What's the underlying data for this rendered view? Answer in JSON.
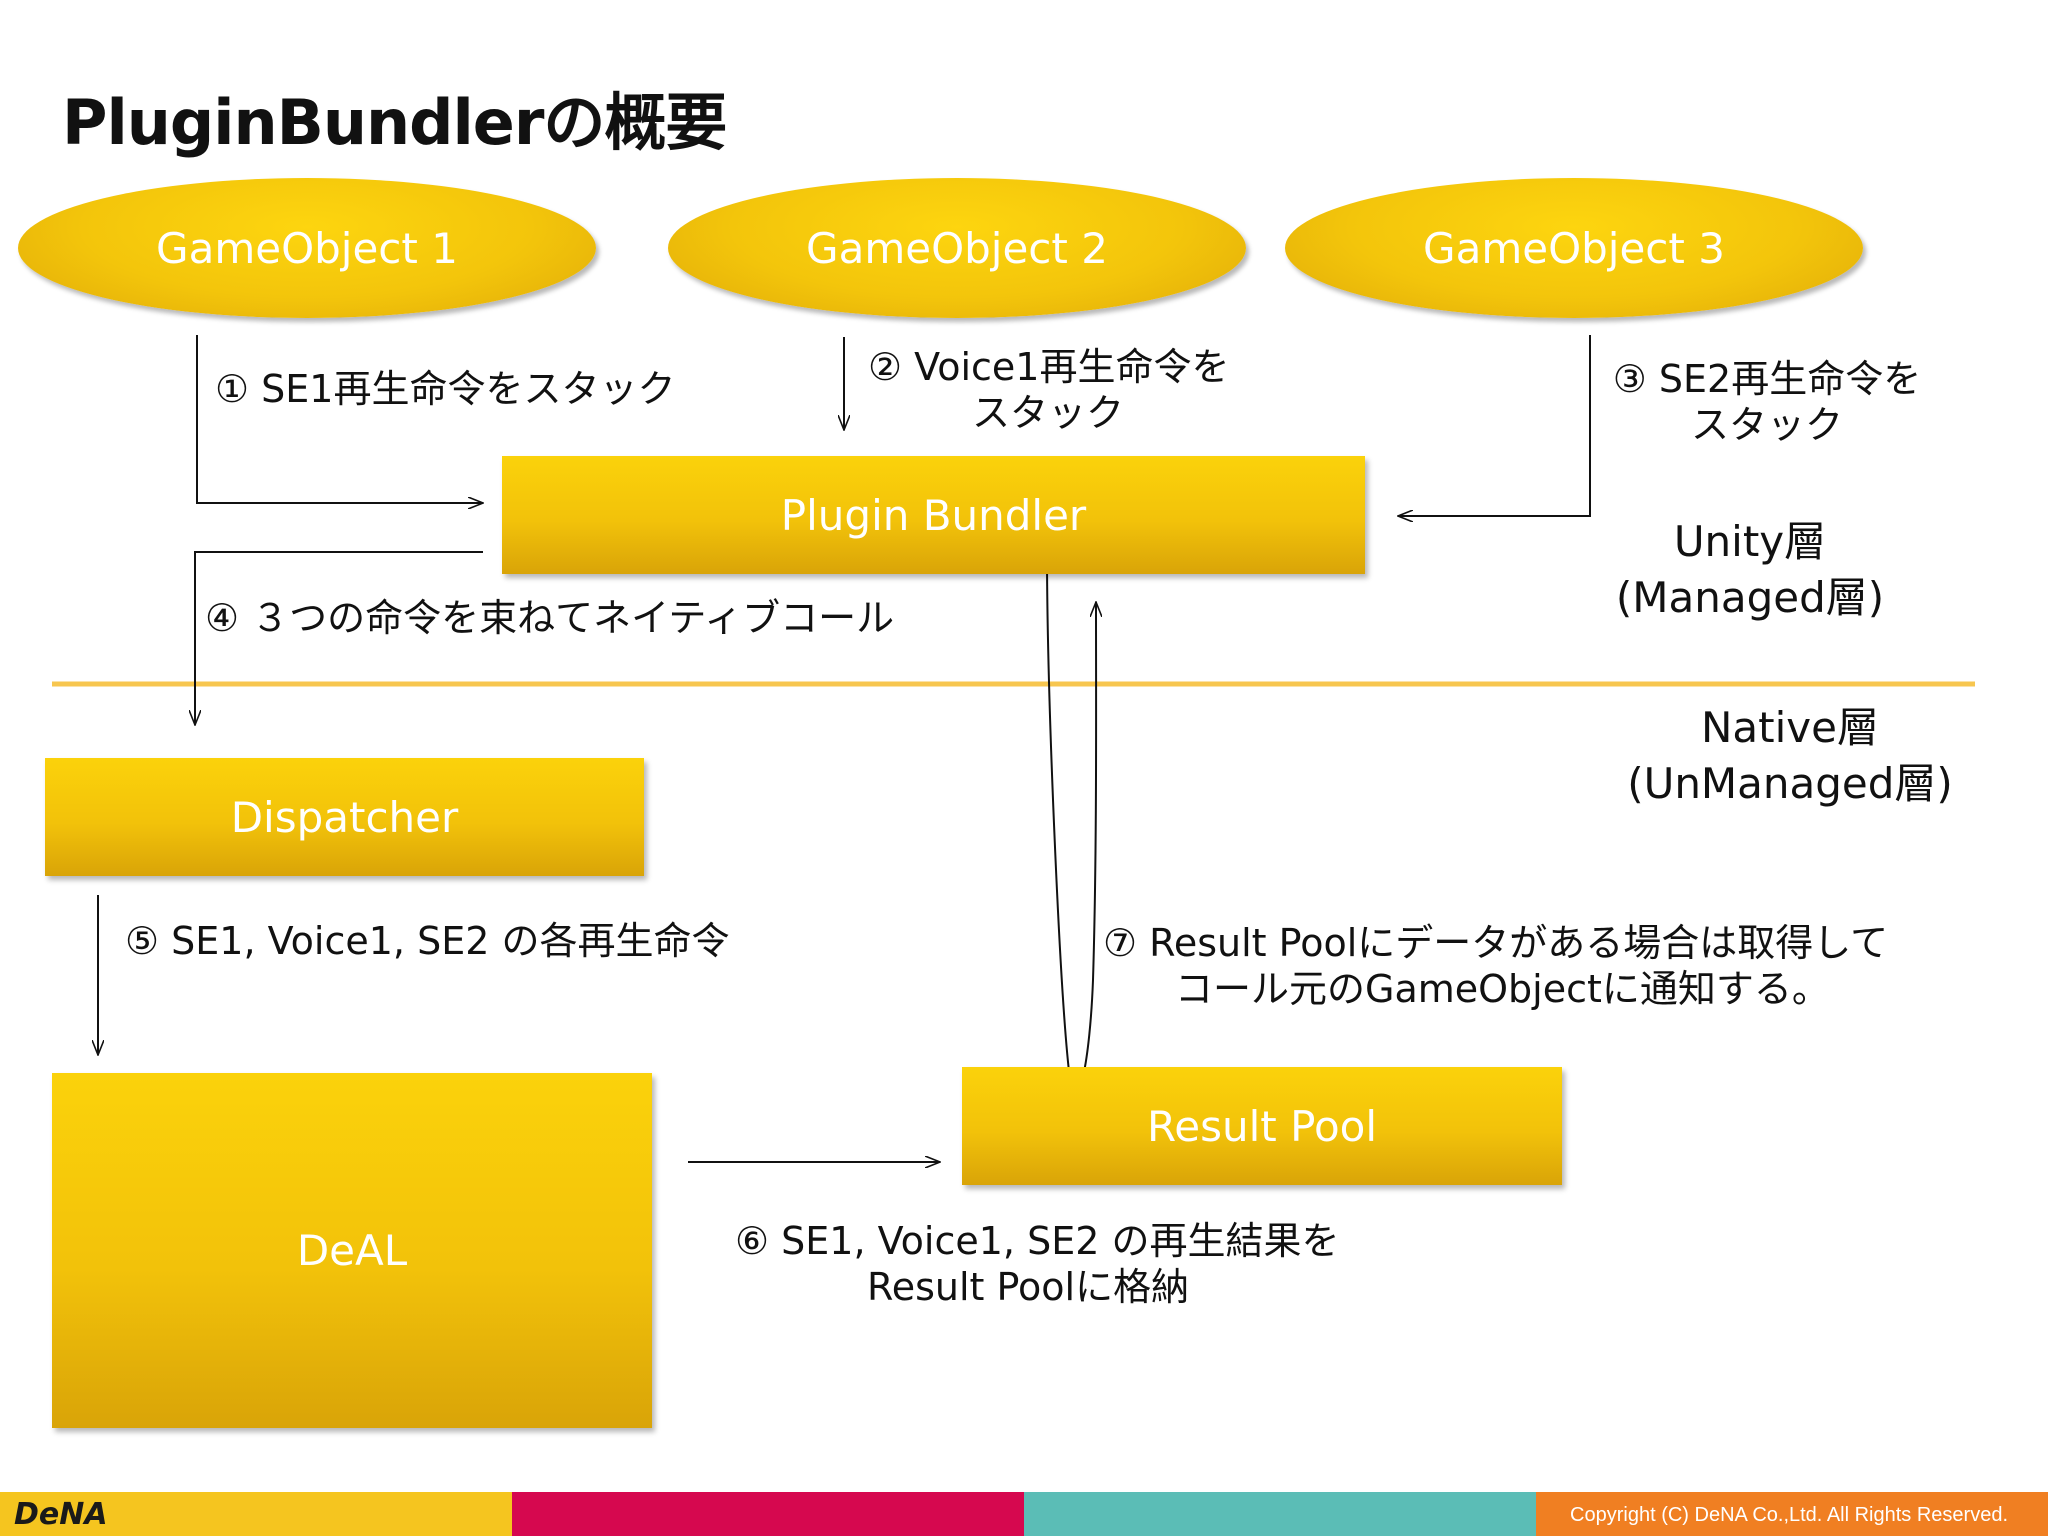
{
  "title": "PluginBundlerの概要",
  "nodes": {
    "gameobject1": "GameObject 1",
    "gameobject2": "GameObject 2",
    "gameobject3": "GameObject 3",
    "plugin_bundler": "Plugin Bundler",
    "dispatcher": "Dispatcher",
    "deal": "DeAL",
    "result_pool": "Result Pool"
  },
  "steps": {
    "s1": "① SE1再生命令をスタック",
    "s2_line1": "② Voice1再生命令を",
    "s2_line2": "スタック",
    "s3_line1": "③ SE2再生命令を",
    "s3_line2": "スタック",
    "s4": "④ ３つの命令を束ねてネイティブコール",
    "s5": "⑤ SE1, Voice1, SE2 の各再生命令",
    "s6_line1": "⑥ SE1, Voice1, SE2 の再生結果を",
    "s6_line2": "Result Poolに格納",
    "s7_line1": "⑦ Result Poolにデータがある場合は取得して",
    "s7_line2": "コール元のGameObjectに通知する。"
  },
  "layers": {
    "unity_line1": "Unity層",
    "unity_line2": "(Managed層)",
    "native_line1": "Native層",
    "native_line2": "(UnManaged層)"
  },
  "footer": {
    "logo": "DeNA",
    "copyright": "Copyright (C) DeNA Co.,Ltd. All Rights Reserved.",
    "colors": [
      "#f5c51f",
      "#d6084f",
      "#5bbdb6",
      "#f07f22"
    ]
  },
  "colors": {
    "shape_fill": "#f5c70c",
    "layer_divider": "#f7c64f"
  }
}
